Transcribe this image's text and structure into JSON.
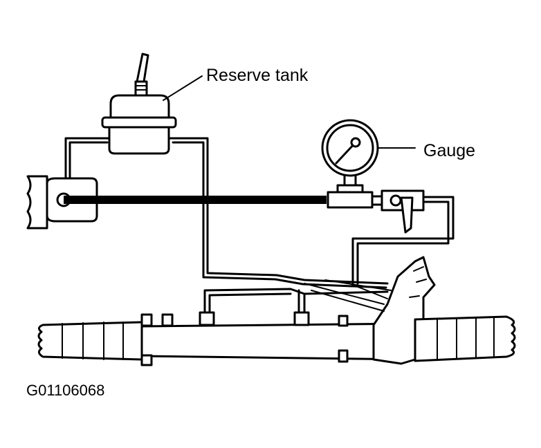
{
  "labels": {
    "reserve_tank": "Reserve tank",
    "gauge": "Gauge",
    "figure_code": "G01106068"
  },
  "colors": {
    "ink": "#000000",
    "paper": "#ffffff"
  }
}
